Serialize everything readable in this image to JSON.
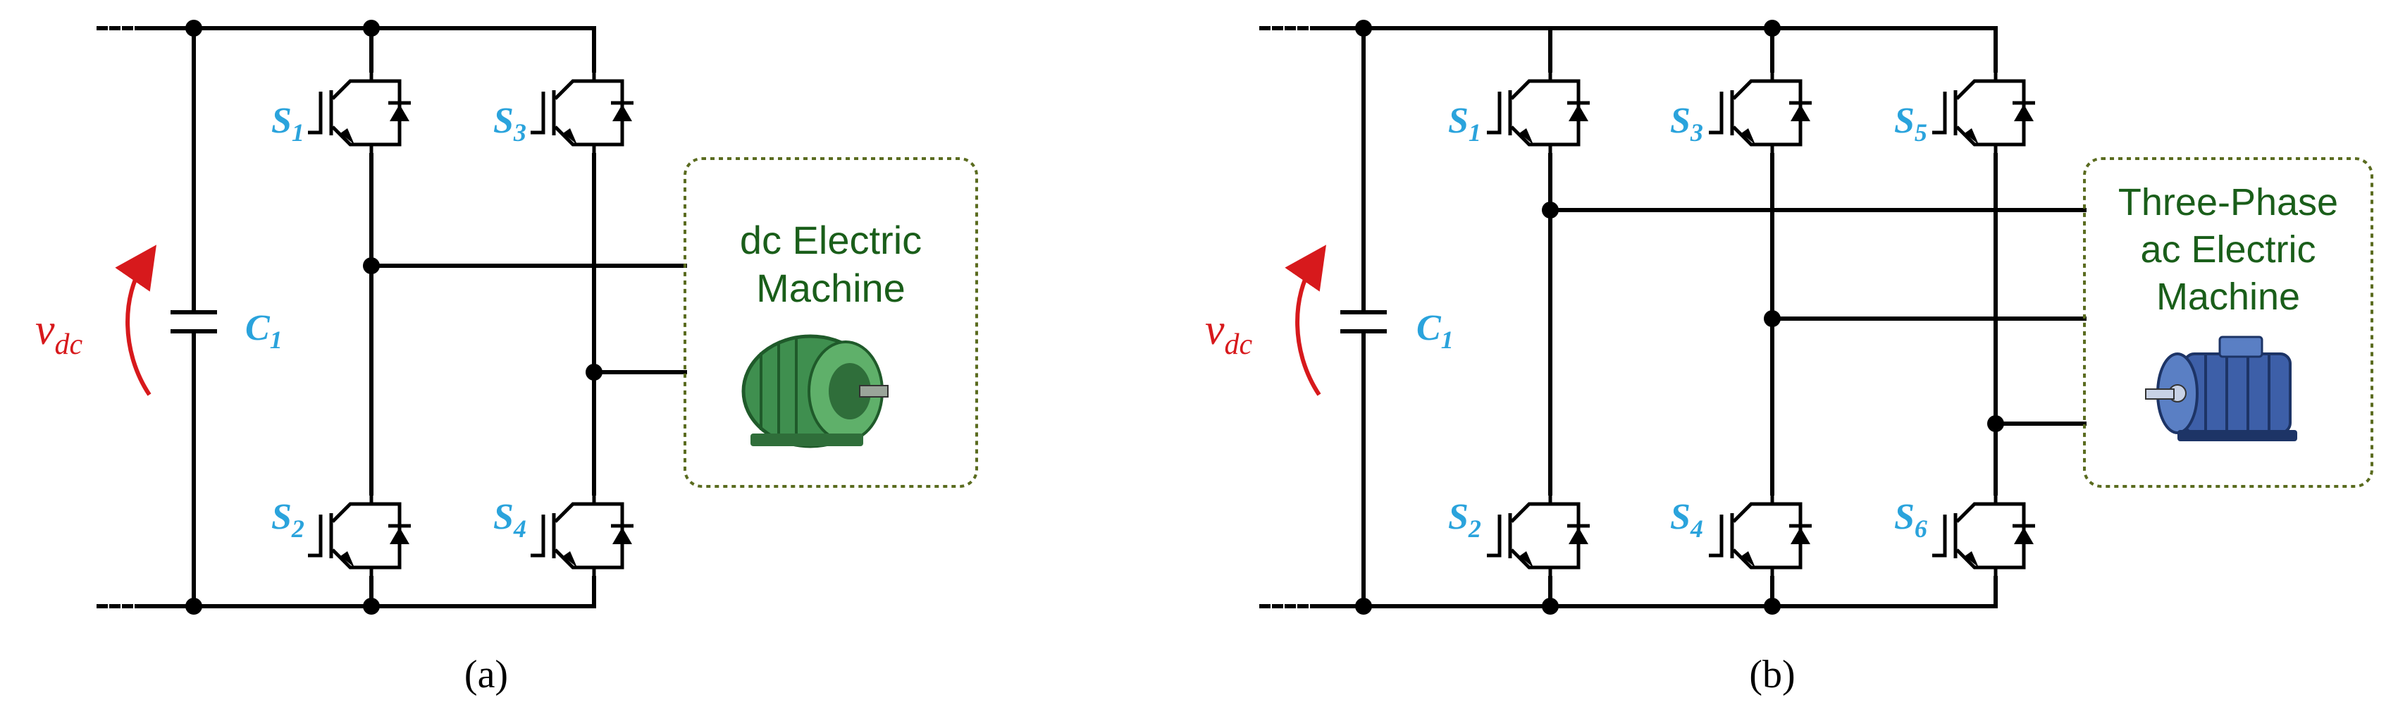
{
  "panels": {
    "a": {
      "caption": "(a)",
      "switches": [
        "S",
        "S",
        "S",
        "S"
      ],
      "switch_subscripts": [
        "1",
        "2",
        "3",
        "4"
      ],
      "capacitor": "C",
      "capacitor_subscript": "1",
      "voltage": "v",
      "voltage_subscript": "dc",
      "machine_lines": [
        "dc Electric",
        "Machine"
      ],
      "machine_icon": "dc-motor-icon",
      "machine_color": "#3f8f4f"
    },
    "b": {
      "caption": "(b)",
      "switches": [
        "S",
        "S",
        "S",
        "S",
        "S",
        "S"
      ],
      "switch_subscripts": [
        "1",
        "2",
        "3",
        "4",
        "5",
        "6"
      ],
      "capacitor": "C",
      "capacitor_subscript": "1",
      "voltage": "v",
      "voltage_subscript": "dc",
      "machine_lines": [
        "Three-Phase",
        "ac Electric",
        "Machine"
      ],
      "machine_icon": "ac-motor-icon",
      "machine_color": "#3d5fa8"
    }
  },
  "colors": {
    "switch_label": "#2aa3dc",
    "voltage_label": "#d7191c",
    "machine_text": "#1a5e1a",
    "box_border": "#5a6b1f"
  }
}
